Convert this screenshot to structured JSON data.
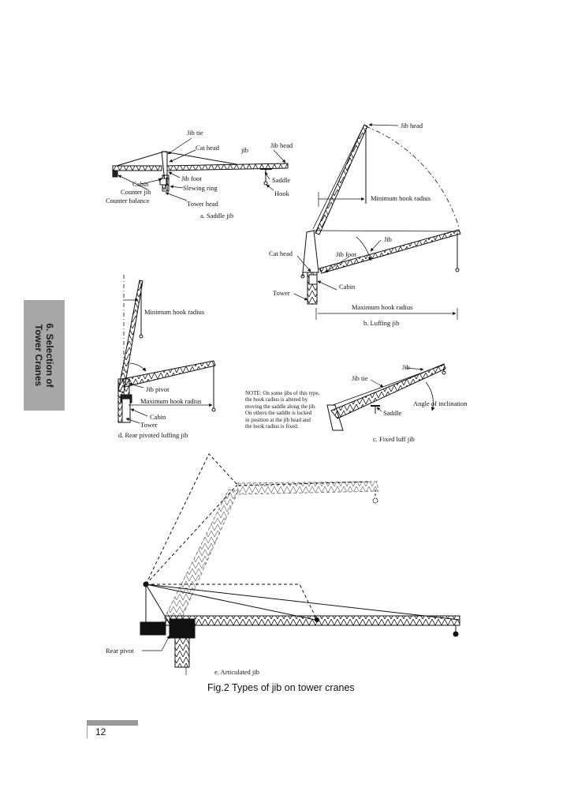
{
  "sidebar": {
    "line1": "6. Selection of",
    "line2": "Tower Cranes"
  },
  "figure": {
    "caption": "Fig.2  Types of jib on tower cranes",
    "panel_a": {
      "caption": "a. Saddle jib",
      "labels": {
        "jib_tie": "Jib tie",
        "cat_head": "Cat head",
        "jib": "jib",
        "jib_head": "Jib head",
        "jib_foot": "Jib foot",
        "cabin": "Cabin",
        "saddle": "Saddle",
        "slewing_ring": "Slewing ring",
        "counter_jib": "Counter jib",
        "hook": "Hook",
        "counter_balance": "Counter balance",
        "tower_head": "Tower head"
      }
    },
    "panel_b": {
      "caption": "b. Luffing jib",
      "labels": {
        "jib_head": "Jib head",
        "minimum_hook_radius": "Minimum hook radius",
        "jib": "Jib",
        "cat_head": "Cat head",
        "jib_foot": "Jib foot",
        "cabin": "Cabin",
        "tower": "Tower",
        "maximum_hook_radius": "Maximum hook radius"
      }
    },
    "panel_c": {
      "caption": "c. Fixed luff jib",
      "labels": {
        "jib": "Jib",
        "jib_tie": "Jib tie",
        "angle_of_inclination": "Angle of inclination",
        "saddle": "Saddle"
      },
      "note_lines": [
        "NOTE: On some jibs of this type,",
        "the hook radius is altered by",
        "moving the saddle along the jib.",
        "On others the saddle is locked",
        "in position at the jib head and",
        "the hook radius is fixed."
      ]
    },
    "panel_d": {
      "caption": "d. Rear pivoted luffing jib",
      "labels": {
        "minimum_hook_radius": "Minimum hook radius",
        "jib_pivot": "Jib pivot",
        "maximum_hook_radius": "Maximum hook radius",
        "cabin": "Cabin",
        "tower": "Tower"
      }
    },
    "panel_e": {
      "caption": "e. Articulated jib",
      "labels": {
        "rear_pivot": "Rear pivot"
      }
    }
  },
  "page_number": "12"
}
